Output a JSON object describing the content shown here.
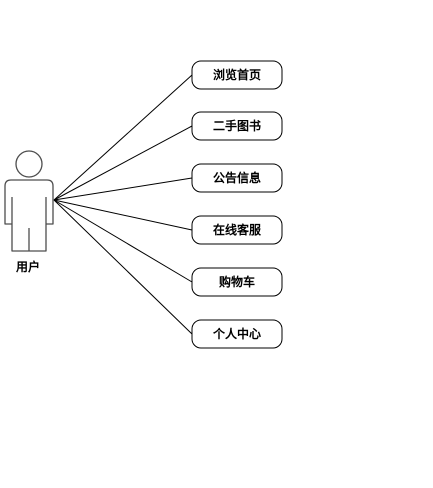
{
  "actor": {
    "label": "用户"
  },
  "use_cases": [
    {
      "label": "浏览首页"
    },
    {
      "label": "二手图书"
    },
    {
      "label": "公告信息"
    },
    {
      "label": "在线客服"
    },
    {
      "label": "购物车"
    },
    {
      "label": "个人中心"
    }
  ],
  "colors": {
    "stroke": "#4d4d4d",
    "line": "#000000",
    "fill": "#ffffff",
    "text": "#000000"
  }
}
